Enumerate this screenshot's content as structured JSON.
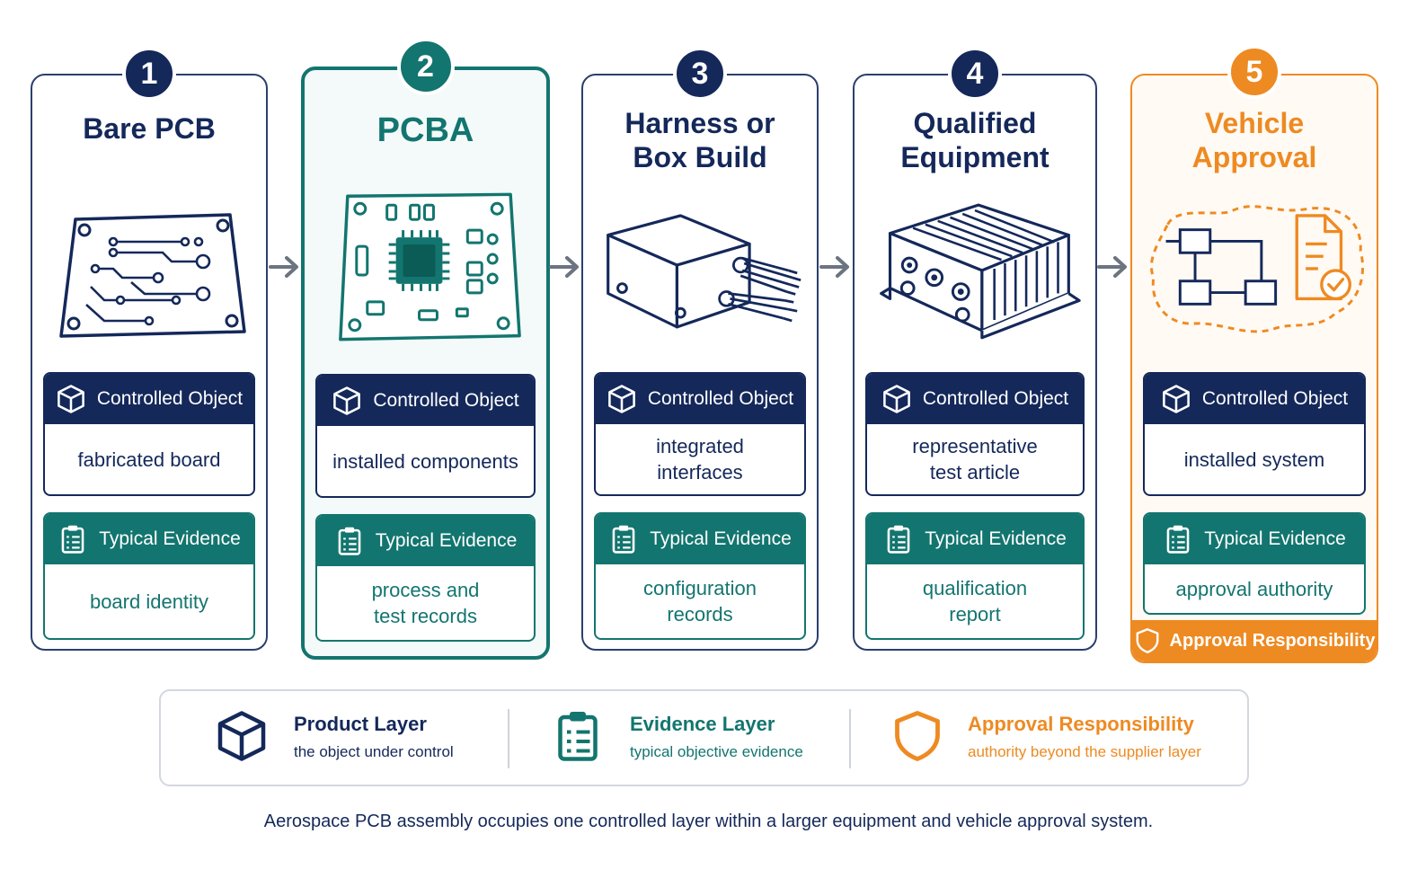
{
  "colors": {
    "navy": "#14285a",
    "teal": "#13756f",
    "orange": "#ee8a22",
    "arrow_gray": "#6c7480"
  },
  "stages": [
    {
      "number": "1",
      "title": "Bare PCB",
      "illustration_icon": "bare-pcb-icon",
      "controlled_object_label": "Controlled Object",
      "controlled_object": "fabricated board",
      "evidence_label": "Typical Evidence",
      "evidence": "board identity"
    },
    {
      "number": "2",
      "title": "PCBA",
      "highlighted": true,
      "illustration_icon": "pcba-icon",
      "controlled_object_label": "Controlled Object",
      "controlled_object": "installed components",
      "evidence_label": "Typical Evidence",
      "evidence": "process and\ntest records"
    },
    {
      "number": "3",
      "title": "Harness or\nBox Build",
      "illustration_icon": "box-build-icon",
      "controlled_object_label": "Controlled Object",
      "controlled_object": "integrated\ninterfaces",
      "evidence_label": "Typical Evidence",
      "evidence": "configuration\nrecords"
    },
    {
      "number": "4",
      "title": "Qualified\nEquipment",
      "illustration_icon": "equipment-icon",
      "controlled_object_label": "Controlled Object",
      "controlled_object": "representative\ntest article",
      "evidence_label": "Typical Evidence",
      "evidence": "qualification\nreport"
    },
    {
      "number": "5",
      "title": "Vehicle\nApproval",
      "illustration_icon": "vehicle-approval-icon",
      "controlled_object_label": "Controlled Object",
      "controlled_object": "installed system",
      "evidence_label": "Typical Evidence",
      "evidence": "approval authority",
      "footer": "Approval Responsibility"
    }
  ],
  "legend": {
    "product": {
      "title": "Product Layer",
      "subtitle": "the object under control",
      "icon": "cube-icon"
    },
    "evidence": {
      "title": "Evidence Layer",
      "subtitle": "typical objective evidence",
      "icon": "clipboard-icon"
    },
    "approval": {
      "title": "Approval Responsibility",
      "subtitle": "authority beyond the supplier layer",
      "icon": "shield-icon"
    }
  },
  "caption": "Aerospace PCB assembly occupies one controlled layer within a larger equipment and vehicle approval system."
}
